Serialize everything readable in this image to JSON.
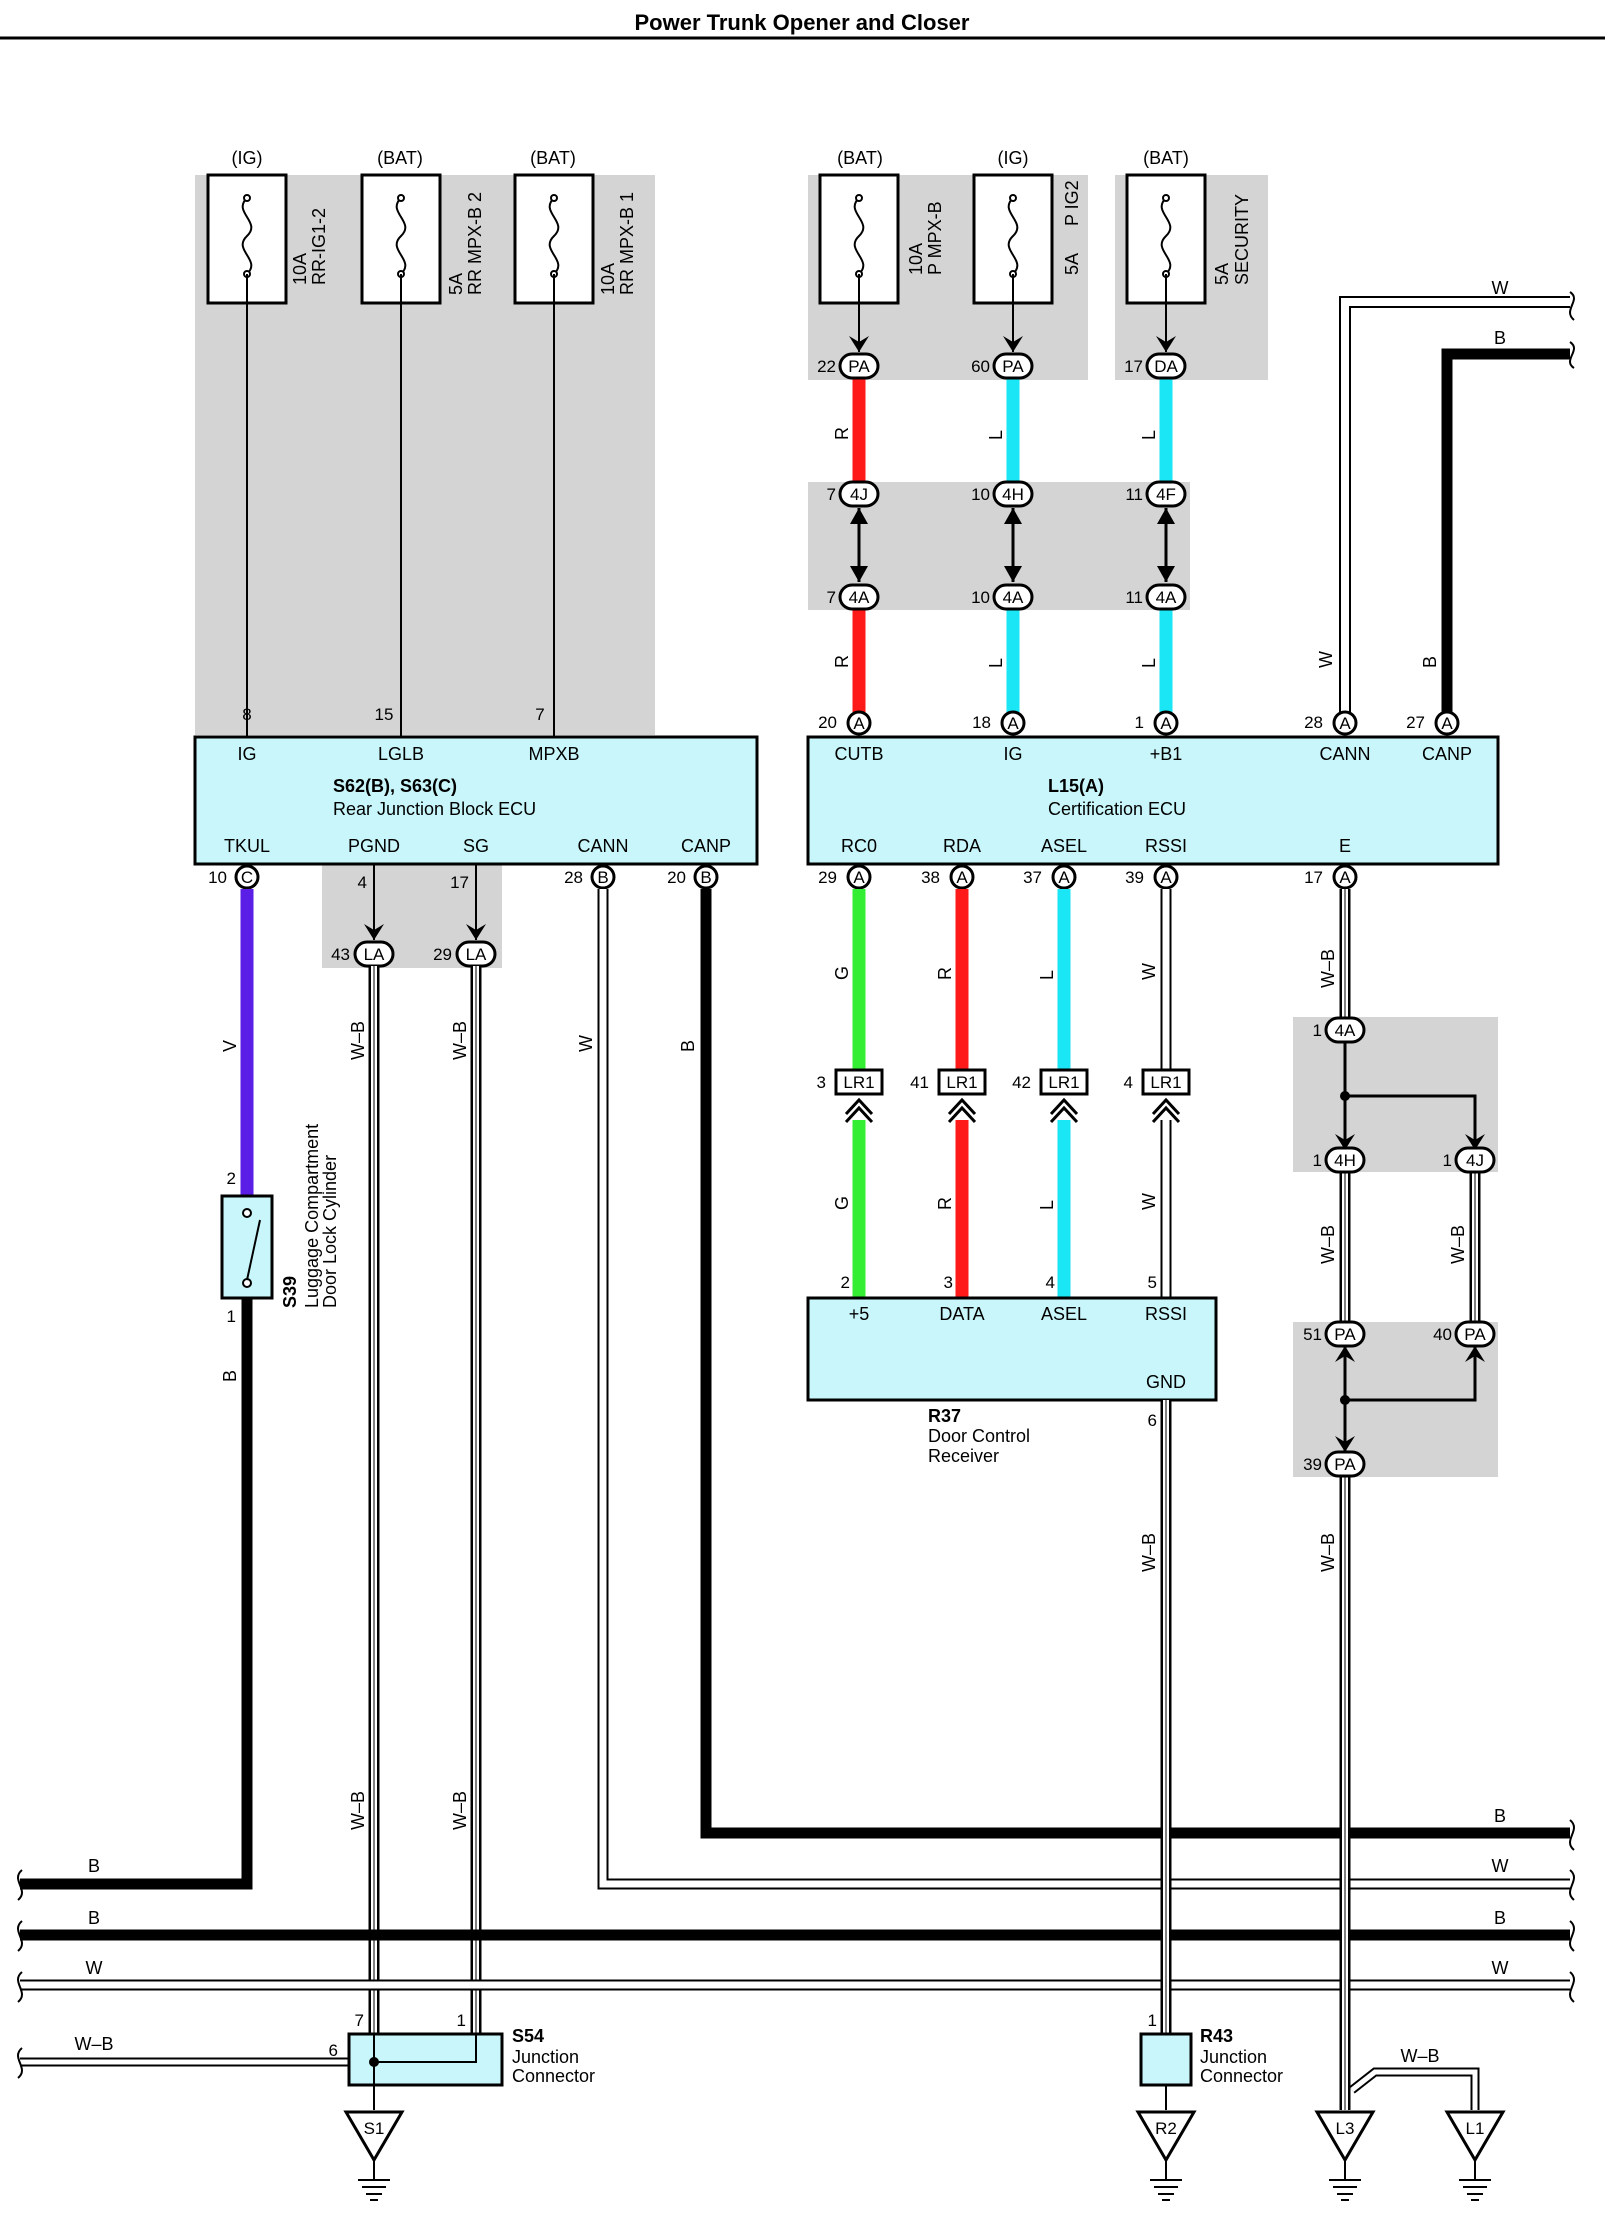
{
  "title": "Power Trunk Opener and Closer",
  "colors": {
    "red": "#ff1a1a",
    "blue": "#1ae6f5",
    "green": "#33ee33",
    "violet": "#5a1ee6",
    "black": "#000000",
    "shade": "#d4d4d4",
    "ecu_fill": "#c8f6fa"
  },
  "fuses": {
    "rr_ig1_2": {
      "source": "(IG)",
      "amp": "10A",
      "name": "RR-IG1-2"
    },
    "rr_mpxb2": {
      "source": "(BAT)",
      "amp": "5A",
      "name": "RR MPX-B 2"
    },
    "rr_mpxb1": {
      "source": "(BAT)",
      "amp": "10A",
      "name": "RR MPX-B 1"
    },
    "p_mpxb": {
      "source": "(BAT)",
      "amp": "10A",
      "name": "P MPX-B"
    },
    "p_ig2": {
      "source": "(IG)",
      "amp": "5A",
      "name": "P IG2"
    },
    "security": {
      "source": "(BAT)",
      "amp": "5A",
      "name": "SECURITY"
    }
  },
  "rear_ecu": {
    "id": "S62(B), S63(C)",
    "name": "Rear Junction Block ECU",
    "top_pins": [
      {
        "num": "8",
        "label": "IG"
      },
      {
        "num": "15",
        "label": "LGLB"
      },
      {
        "num": "7",
        "label": "MPXB"
      }
    ],
    "bottom_pins": [
      {
        "num": "10",
        "conn": "C",
        "label": "TKUL"
      },
      {
        "num": "4",
        "conn": "",
        "label": "PGND"
      },
      {
        "num": "17",
        "conn": "",
        "label": "SG"
      },
      {
        "num": "28",
        "conn": "B",
        "label": "CANN"
      },
      {
        "num": "20",
        "conn": "B",
        "label": "CANP"
      }
    ]
  },
  "cert_ecu": {
    "id": "L15(A)",
    "name": "Certification ECU",
    "top_pins": [
      {
        "num": "20",
        "conn": "A",
        "label": "CUTB"
      },
      {
        "num": "18",
        "conn": "A",
        "label": "IG"
      },
      {
        "num": "1",
        "conn": "A",
        "label": "+B1"
      },
      {
        "num": "28",
        "conn": "A",
        "label": "CANN"
      },
      {
        "num": "27",
        "conn": "A",
        "label": "CANP"
      }
    ],
    "bottom_pins": [
      {
        "num": "29",
        "conn": "A",
        "label": "RC0"
      },
      {
        "num": "38",
        "conn": "A",
        "label": "RDA"
      },
      {
        "num": "37",
        "conn": "A",
        "label": "ASEL"
      },
      {
        "num": "39",
        "conn": "A",
        "label": "RSSI"
      },
      {
        "num": "17",
        "conn": "A",
        "label": "E"
      }
    ]
  },
  "receiver": {
    "id": "R37",
    "name_line1": "Door Control",
    "name_line2": "Receiver",
    "pins": [
      {
        "num": "2",
        "label": "+5"
      },
      {
        "num": "3",
        "label": "DATA"
      },
      {
        "num": "4",
        "label": "ASEL"
      },
      {
        "num": "5",
        "label": "RSSI"
      }
    ],
    "gnd_num": "6",
    "gnd_label": "GND"
  },
  "switch": {
    "id": "S39",
    "name_line1": "Luggage Compartment",
    "name_line2": "Door Lock Cylinder",
    "pin_top": "2",
    "pin_bottom": "1"
  },
  "connectors": {
    "pa22": {
      "num": "22",
      "code": "PA"
    },
    "pa60": {
      "num": "60",
      "code": "PA"
    },
    "da17": {
      "num": "17",
      "code": "DA"
    },
    "j4j7": {
      "num": "7",
      "code": "4J"
    },
    "j4h10": {
      "num": "10",
      "code": "4H"
    },
    "j4f11": {
      "num": "11",
      "code": "4F"
    },
    "j4a7": {
      "num": "7",
      "code": "4A"
    },
    "j4a10": {
      "num": "10",
      "code": "4A"
    },
    "j4a11": {
      "num": "11",
      "code": "4A"
    },
    "la43": {
      "num": "43",
      "code": "LA"
    },
    "la29": {
      "num": "29",
      "code": "LA"
    },
    "lr1_3": {
      "num": "3",
      "code": "LR1"
    },
    "lr1_41": {
      "num": "41",
      "code": "LR1"
    },
    "lr1_42": {
      "num": "42",
      "code": "LR1"
    },
    "lr1_4": {
      "num": "4",
      "code": "LR1"
    },
    "j4a1": {
      "num": "1",
      "code": "4A"
    },
    "j4h1": {
      "num": "1",
      "code": "4H"
    },
    "j4j1": {
      "num": "1",
      "code": "4J"
    },
    "pa51": {
      "num": "51",
      "code": "PA"
    },
    "pa40": {
      "num": "40",
      "code": "PA"
    },
    "pa39": {
      "num": "39",
      "code": "PA"
    }
  },
  "junctions": {
    "s54": {
      "id": "S54",
      "line1": "Junction",
      "line2": "Connector",
      "pins": [
        "6",
        "7",
        "1"
      ]
    },
    "r43": {
      "id": "R43",
      "line1": "Junction",
      "line2": "Connector",
      "pin": "1"
    }
  },
  "grounds": {
    "s1": "S1",
    "r2": "R2",
    "l3": "L3",
    "l1": "L1"
  },
  "wire_labels": {
    "R": "R",
    "L": "L",
    "G": "G",
    "V": "V",
    "B": "B",
    "W": "W",
    "WB": "W–B"
  }
}
